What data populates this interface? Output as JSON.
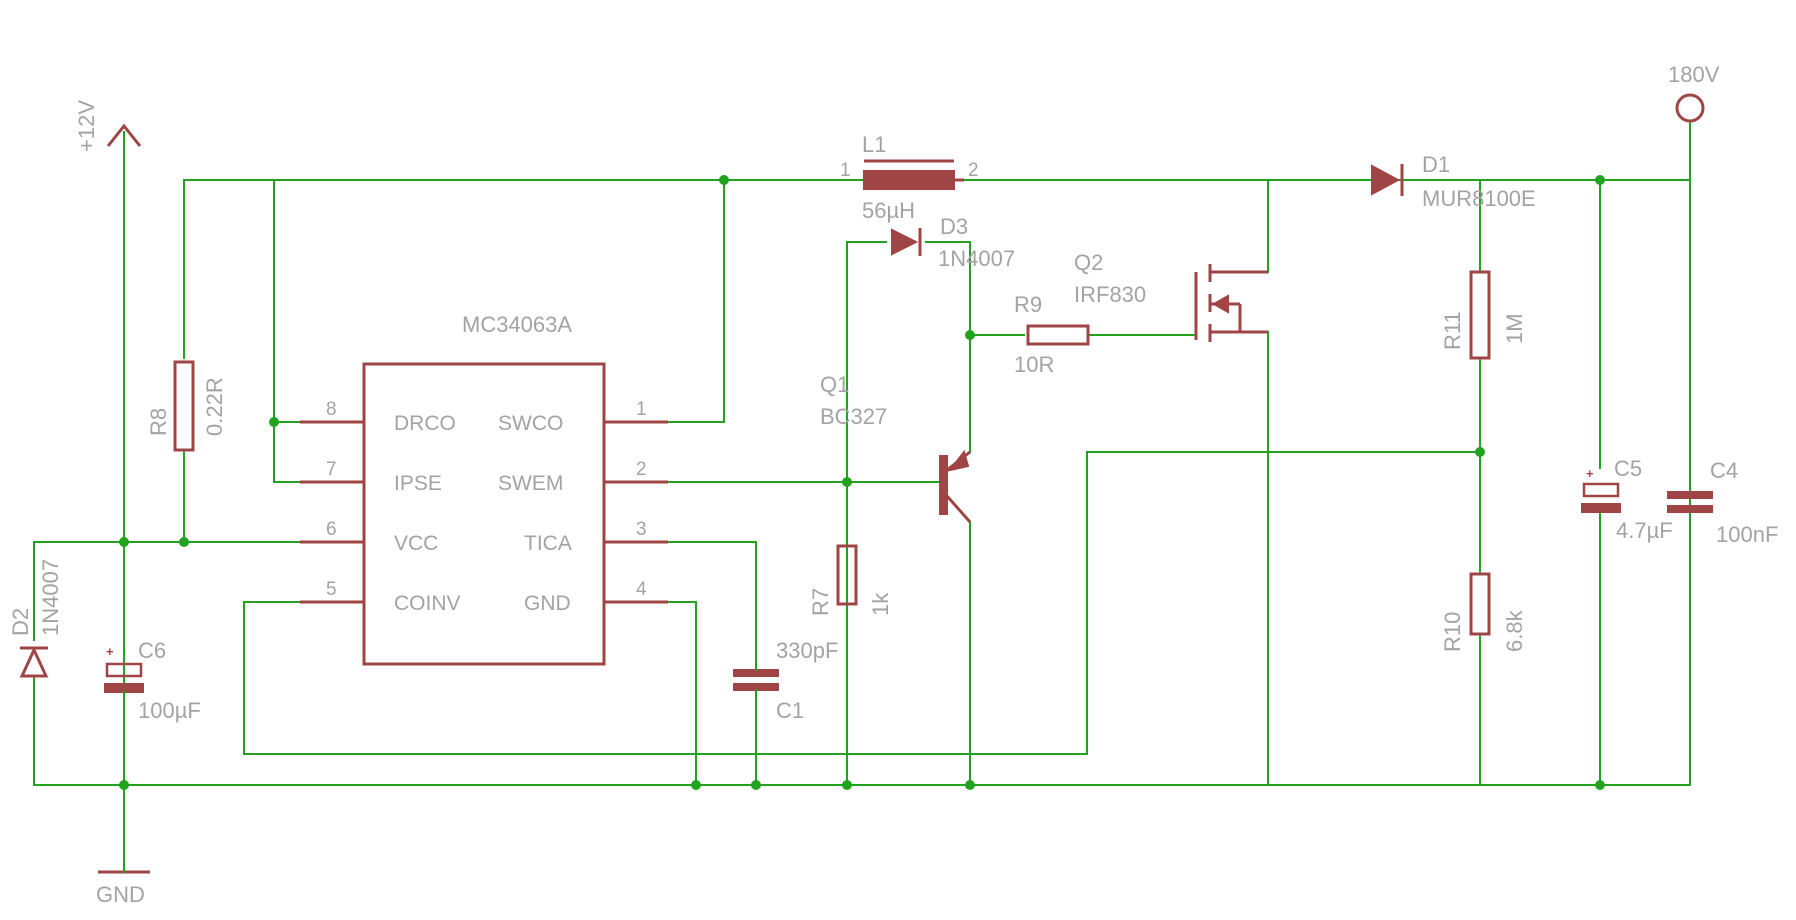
{
  "colors": {
    "wire": "#22a31f",
    "part": "#a04545",
    "label": "#a3a3a3",
    "background": "#ffffff"
  },
  "supplies": {
    "vin": "+12V",
    "vout": "180V",
    "ground": "GND"
  },
  "ic": {
    "name": "MC34063A",
    "pins": [
      {
        "num": "8",
        "name": "DRCO"
      },
      {
        "num": "7",
        "name": "IPSE"
      },
      {
        "num": "6",
        "name": "VCC"
      },
      {
        "num": "5",
        "name": "COINV"
      },
      {
        "num": "1",
        "name": "SWCO"
      },
      {
        "num": "2",
        "name": "SWEM"
      },
      {
        "num": "3",
        "name": "TICA"
      },
      {
        "num": "4",
        "name": "GND"
      }
    ]
  },
  "components": {
    "L1": {
      "name": "L1",
      "value": "56µH",
      "pin1": "1",
      "pin2": "2"
    },
    "D1": {
      "name": "D1",
      "value": "MUR8100E"
    },
    "D2": {
      "name": "D2",
      "value": "1N4007"
    },
    "D3": {
      "name": "D3",
      "value": "1N4007"
    },
    "Q1": {
      "name": "Q1",
      "value": "BC327"
    },
    "Q2": {
      "name": "Q2",
      "value": "IRF830"
    },
    "R7": {
      "name": "R7",
      "value": "1k"
    },
    "R8": {
      "name": "R8",
      "value": "0.22R"
    },
    "R9": {
      "name": "R9",
      "value": "10R"
    },
    "R10": {
      "name": "R10",
      "value": "6.8k"
    },
    "R11": {
      "name": "R11",
      "value": "1M"
    },
    "C1": {
      "name": "C1",
      "value": "330pF"
    },
    "C4": {
      "name": "C4",
      "value": "100nF"
    },
    "C5": {
      "name": "C5",
      "value": "4.7µF"
    },
    "C6": {
      "name": "C6",
      "value": "100µF"
    }
  },
  "polarity_mark": "+"
}
